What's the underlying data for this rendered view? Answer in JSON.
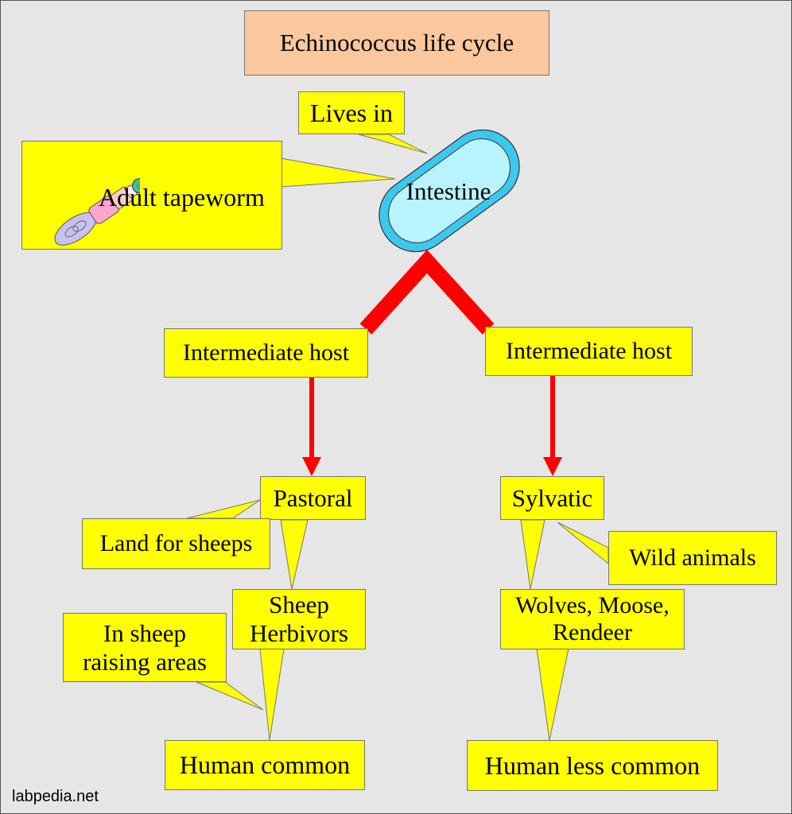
{
  "title": "Echinococcus life cycle",
  "labels": {
    "lives_in": "Lives in",
    "adult_tapeworm": "Adult tapeworm",
    "intestine": "Intestine",
    "intermediate_host_left": "Intermediate host",
    "intermediate_host_right": "Intermediate host",
    "pastoral": "Pastoral",
    "land_for_sheeps": "Land for sheeps",
    "sheep_herbivors": "Sheep\nHerbivors",
    "in_sheep_raising_areas": "In sheep\nraising areas",
    "human_common": "Human common",
    "sylvatic": "Sylvatic",
    "wild_animals": "Wild animals",
    "wolves_moose_rendeer": "Wolves, Moose,\nRendeer",
    "human_less_common": "Human less common"
  },
  "footer": "labpedia.net",
  "colors": {
    "background": "#e6e6e6",
    "callout": "#ffff00",
    "title_box": "#fbc79c",
    "intestine_outer": "#3cc8ee",
    "intestine_inner": "#b8f4fd",
    "arrow": "#ff0000"
  }
}
